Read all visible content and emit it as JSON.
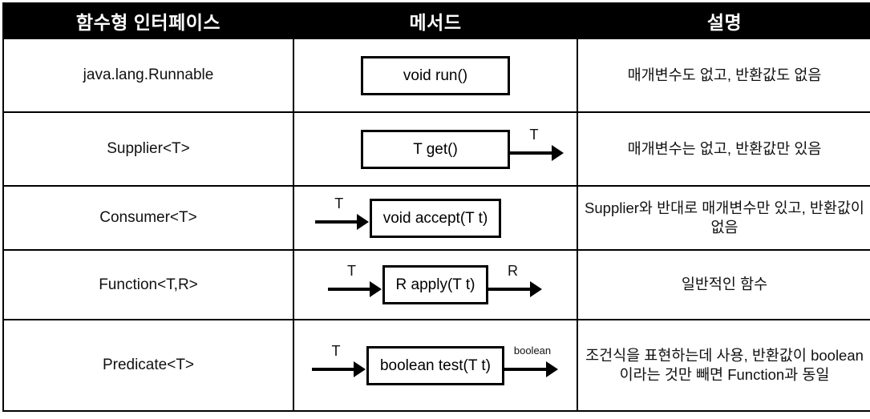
{
  "table": {
    "headers": [
      {
        "label": "함수형 인터페이스",
        "name": "header-functional-interface"
      },
      {
        "label": "메서드",
        "name": "header-method"
      },
      {
        "label": "설명",
        "name": "header-description"
      }
    ],
    "rows": [
      {
        "interface": "java.lang.Runnable",
        "method": "void run()",
        "input_label": "",
        "output_label": "",
        "has_input_arrow": false,
        "has_output_arrow": false,
        "description": "매개변수도 없고, 반환값도 없음"
      },
      {
        "interface": "Supplier<T>",
        "method": "T get()",
        "input_label": "",
        "output_label": "T",
        "has_input_arrow": false,
        "has_output_arrow": true,
        "description": "매개변수는 없고, 반환값만 있음"
      },
      {
        "interface": "Consumer<T>",
        "method": "void accept(T t)",
        "input_label": "T",
        "output_label": "",
        "has_input_arrow": true,
        "has_output_arrow": false,
        "description": "Supplier와 반대로 매개변수만 있고, 반환값이 없음"
      },
      {
        "interface": "Function<T,R>",
        "method": "R apply(T t)",
        "input_label": "T",
        "output_label": "R",
        "has_input_arrow": true,
        "has_output_arrow": true,
        "description": "일반적인 함수"
      },
      {
        "interface": "Predicate<T>",
        "method": "boolean test(T t)",
        "input_label": "T",
        "output_label": "boolean",
        "has_input_arrow": true,
        "has_output_arrow": true,
        "output_label_small": true,
        "description": "조건식을 표현하는데 사용, 반환값이 boolean이라는 것만 빼면 Function과 동일"
      }
    ]
  },
  "colors": {
    "header_background": "#000000",
    "header_text": "#ffffff",
    "border": "#000000",
    "cell_background": "#ffffff",
    "cell_text": "#111111"
  }
}
